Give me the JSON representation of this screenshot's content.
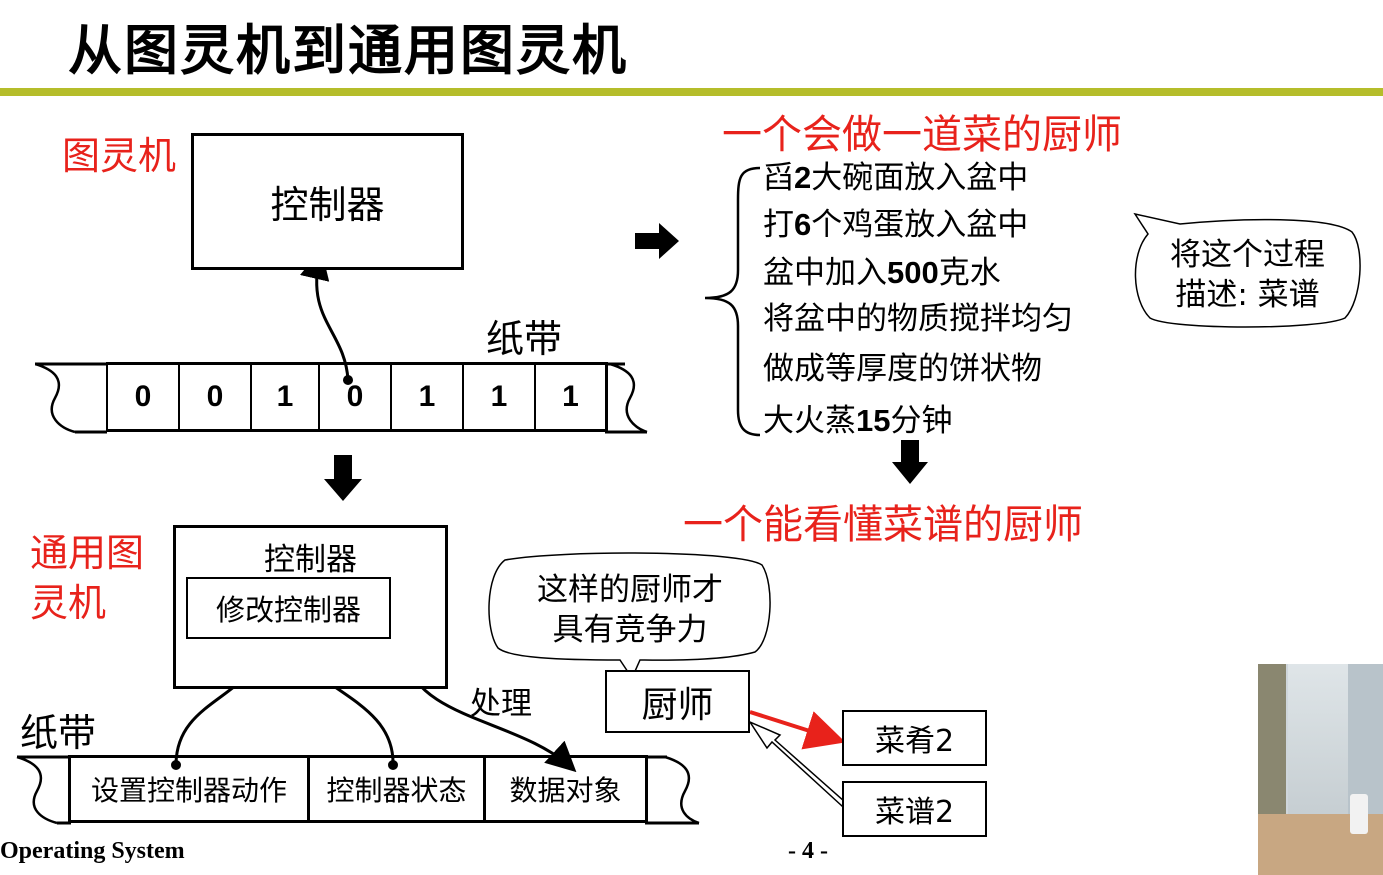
{
  "slide": {
    "title": "从图灵机到通用图灵机",
    "footer_left": "Operating System",
    "page_number": "- 4 -"
  },
  "turing_machine": {
    "label": "图灵机",
    "controller_label": "控制器",
    "tape_label": "纸带",
    "tape_cells": [
      "0",
      "0",
      "1",
      "0",
      "1",
      "1",
      "1"
    ]
  },
  "universal_turing_machine": {
    "label_line1": "通用图",
    "label_line2": "灵机",
    "controller_label": "控制器",
    "modify_controller_label": "修改控制器",
    "process_label": "处理",
    "tape_label": "纸带",
    "tape_cells": [
      "设置控制器动作",
      "控制器状态",
      "数据对象"
    ]
  },
  "chef": {
    "title1": "一个会做一道菜的厨师",
    "steps": [
      {
        "pre": "舀",
        "num": "2",
        "post": "大碗面放入盆中"
      },
      {
        "pre": "打",
        "num": "6",
        "post": "个鸡蛋放入盆中"
      },
      {
        "pre": "盆中加入",
        "num": "500",
        "post": "克水"
      },
      {
        "pre": "将盆中的物质搅拌均匀",
        "num": "",
        "post": ""
      },
      {
        "pre": "做成等厚度的饼状物",
        "num": "",
        "post": ""
      },
      {
        "pre": "大火蒸",
        "num": "15",
        "post": "分钟"
      }
    ],
    "callout_line1": "将这个过程",
    "callout_line2": "描述: 菜谱",
    "title2": "一个能看懂菜谱的厨师",
    "competitive_line1": "这样的厨师才",
    "competitive_line2": "具有竞争力",
    "chef_box": "厨师",
    "dish_box": "菜肴2",
    "recipe_box": "菜谱2"
  }
}
